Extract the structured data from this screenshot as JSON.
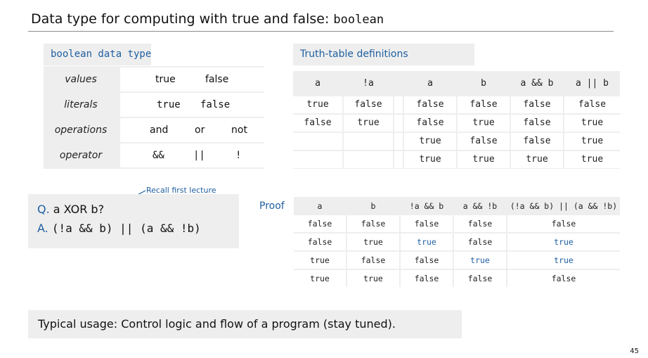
{
  "title": {
    "text": "Data type for computing with true and false: ",
    "keyword": "boolean"
  },
  "boolean_panel": {
    "header": "boolean data type",
    "rows": [
      {
        "label": "values",
        "items": [
          "true",
          "false"
        ]
      },
      {
        "label": "literals",
        "items": [
          "true",
          "false"
        ]
      },
      {
        "label": "operations",
        "items": [
          "and",
          "or",
          "not"
        ]
      },
      {
        "label": "operator",
        "items": [
          "&&",
          "||",
          "!"
        ]
      }
    ]
  },
  "truth_table": {
    "header": "Truth-table definitions",
    "left_cols": [
      "a",
      "!a"
    ],
    "left_rows": [
      [
        "true",
        "false"
      ],
      [
        "false",
        "true"
      ],
      [
        "",
        ""
      ],
      [
        "",
        ""
      ]
    ],
    "right_cols": [
      "a",
      "b",
      "a && b",
      "a || b"
    ],
    "right_rows": [
      [
        "false",
        "false",
        "false",
        "false"
      ],
      [
        "false",
        "true",
        "false",
        "true"
      ],
      [
        "true",
        "false",
        "false",
        "true"
      ],
      [
        "true",
        "true",
        "true",
        "true"
      ]
    ]
  },
  "question": {
    "q_prefix": "Q.",
    "q_text": "a XOR b?",
    "a_prefix": "A.",
    "a_text": "(!a && b) || (a && !b)",
    "annotation": "Recall first lecture"
  },
  "proof": {
    "label": "Proof",
    "cols": [
      "a",
      "b",
      "!a && b",
      "a && !b",
      "(!a && b) || (a && !b)"
    ],
    "rows": [
      [
        "false",
        "false",
        "false",
        "false",
        "false"
      ],
      [
        "false",
        "true",
        "true",
        "false",
        "true"
      ],
      [
        "true",
        "false",
        "false",
        "true",
        "true"
      ],
      [
        "true",
        "true",
        "false",
        "false",
        "false"
      ]
    ]
  },
  "usage": "Typical usage: Control logic and flow of a program (stay tuned).",
  "page_number": "45",
  "colors": {
    "accent": "#1f5fa0",
    "panel": "#eeeeee",
    "rule": "#8c8c8c"
  }
}
